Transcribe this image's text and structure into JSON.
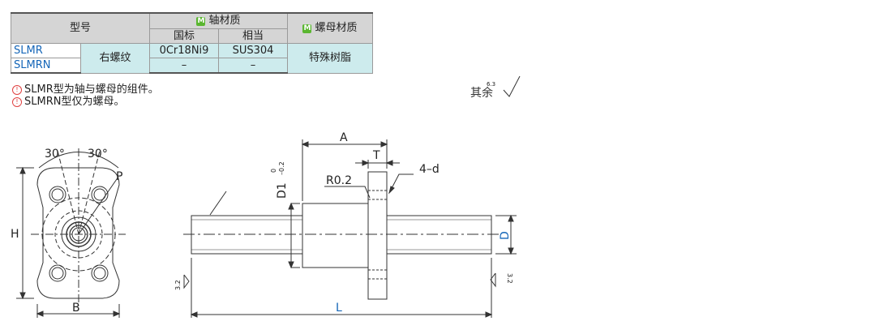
{
  "table": {
    "header_model": "型号",
    "header_shaft_material": "轴材质",
    "header_nut_material": "螺母材质",
    "header_national": "国标",
    "header_equivalent": "相当",
    "material_badge": "M",
    "thread_type": "右螺纹",
    "nut_material_value": "特殊树脂",
    "rows": [
      {
        "model": "SLMR",
        "national": "0Cr18Ni9",
        "equivalent": "SUS304"
      },
      {
        "model": "SLMRN",
        "national": "–",
        "equivalent": "–"
      }
    ]
  },
  "notes": [
    "SLMR型为轴与螺母的组件。",
    "SLMRN型仅为螺母。"
  ],
  "note_icon": "warning-circle-icon",
  "surface_finish": {
    "label": "其余",
    "value": "6.3"
  },
  "front_view": {
    "angle_left": "30°",
    "angle_right": "30°",
    "label_p": "P",
    "label_h": "H",
    "label_b": "B"
  },
  "side_view": {
    "label_a": "A",
    "label_t": "T",
    "label_d_count": "4–d",
    "label_radius": "R0.2",
    "label_d1": "D1",
    "d1_tol_upper": "0",
    "d1_tol_lower": "–0.2",
    "label_d": "D",
    "label_l": "L",
    "roughness_left": "3.2",
    "roughness_right": "3.2"
  },
  "colors": {
    "label_blue": "#1566b8",
    "table_header": "#d5d5d5",
    "table_cell": "#cdebed",
    "badge_green": "#5ab630"
  }
}
